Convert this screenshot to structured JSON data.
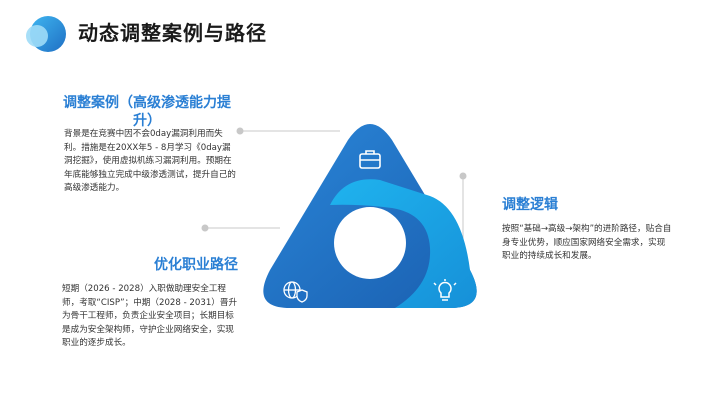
{
  "title": "动态调整案例与路径",
  "colors": {
    "accent": "#2a7fd4",
    "dark_blue": "#1f6fc4",
    "light_blue": "#1fa9e8"
  },
  "icons": {
    "top": "briefcase-icon",
    "left": "globe-shield-icon",
    "right": "lightbulb-icon"
  },
  "sections": {
    "case": {
      "heading": "调整案例（高级渗透能力提升）",
      "body": "背景是在竞赛中因不会0day漏洞利用而失利。措施是在20XX年5 - 8月学习《0day漏洞挖掘》，使用虚拟机练习漏洞利用。预期在年底能够独立完成中级渗透测试，提升自己的高级渗透能力。"
    },
    "logic": {
      "heading": "调整逻辑",
      "body": "按照“基础→高级→架构”的进阶路径，贴合自身专业优势，顺应国家网络安全需求，实现职业的持续成长和发展。"
    },
    "path": {
      "heading": "优化职业路径",
      "body": "短期（2026 - 2028）入职做助理安全工程师，考取“CISP”；中期（2028 - 2031）晋升为骨干工程师，负责企业安全项目；长期目标是成为安全架构师，守护企业网络安全，实现职业的逐步成长。"
    }
  }
}
